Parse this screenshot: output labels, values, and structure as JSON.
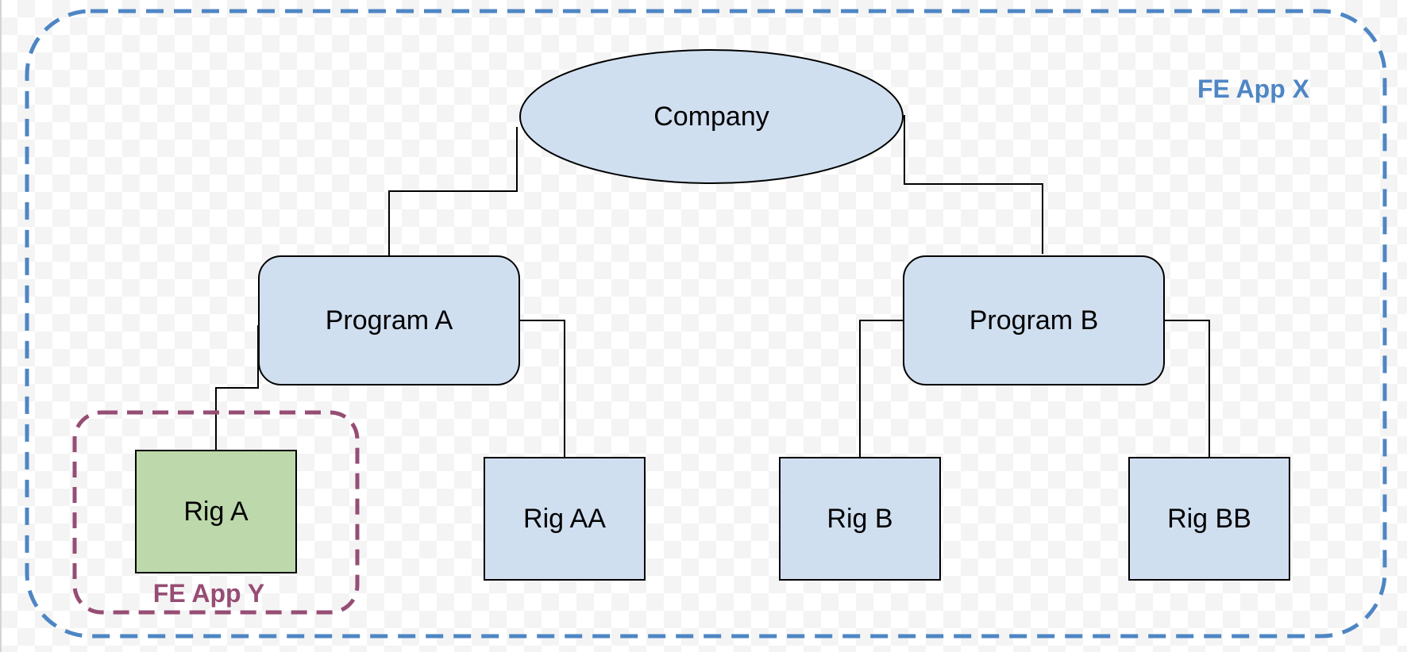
{
  "colors": {
    "node_fill": "#d0dff0",
    "highlight_fill": "#bdd8ab",
    "stroke": "#000000",
    "group_x": "#4e86c4",
    "group_y": "#964d74"
  },
  "groups": {
    "outer_label": "FE App X",
    "inner_label": "FE App Y"
  },
  "nodes": {
    "root": "Company",
    "program_a": "Program A",
    "program_b": "Program B",
    "rig_a": "Rig A",
    "rig_aa": "Rig AA",
    "rig_b": "Rig B",
    "rig_bb": "Rig BB"
  }
}
